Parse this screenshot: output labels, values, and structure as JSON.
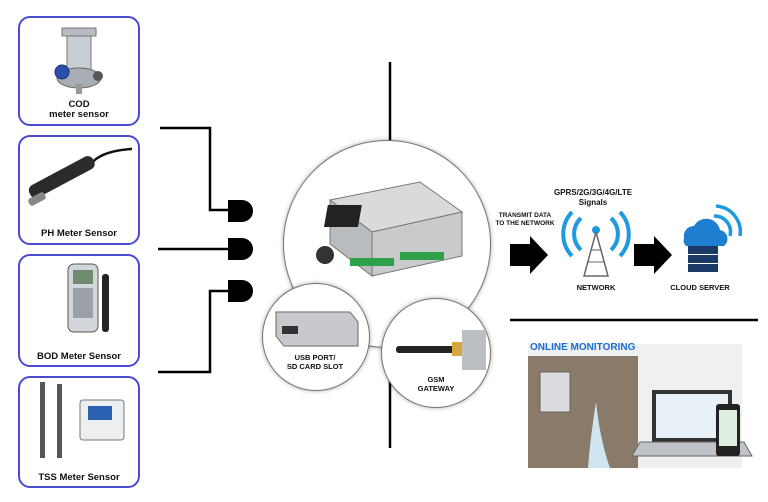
{
  "sensors": [
    {
      "line1": "COD",
      "line2": "meter sensor"
    },
    {
      "line1": "PH Meter Sensor",
      "line2": ""
    },
    {
      "line1": "BOD Meter Sensor",
      "line2": ""
    },
    {
      "line1": "TSS Meter Sensor",
      "line2": ""
    }
  ],
  "device": {
    "usb_label_1": "USB PORT/",
    "usb_label_2": "SD CARD SLOT",
    "gsm_label_1": "GSM",
    "gsm_label_2": "GATEWAY"
  },
  "network": {
    "transmit_1": "TRANSMIT DATA",
    "transmit_2": "TO THE NETWORK",
    "signals_1": "GPRS/2G/3G/4G/LTE",
    "signals_2": "Signals",
    "network_label": "NETWORK",
    "cloud_label": "CLOUD SERVER"
  },
  "monitoring": {
    "title": "ONLINE MONITORING"
  },
  "colors": {
    "card_border": "#4a4ad0",
    "wifi_blue": "#1e9be0",
    "title_blue": "#1a6fd0"
  }
}
